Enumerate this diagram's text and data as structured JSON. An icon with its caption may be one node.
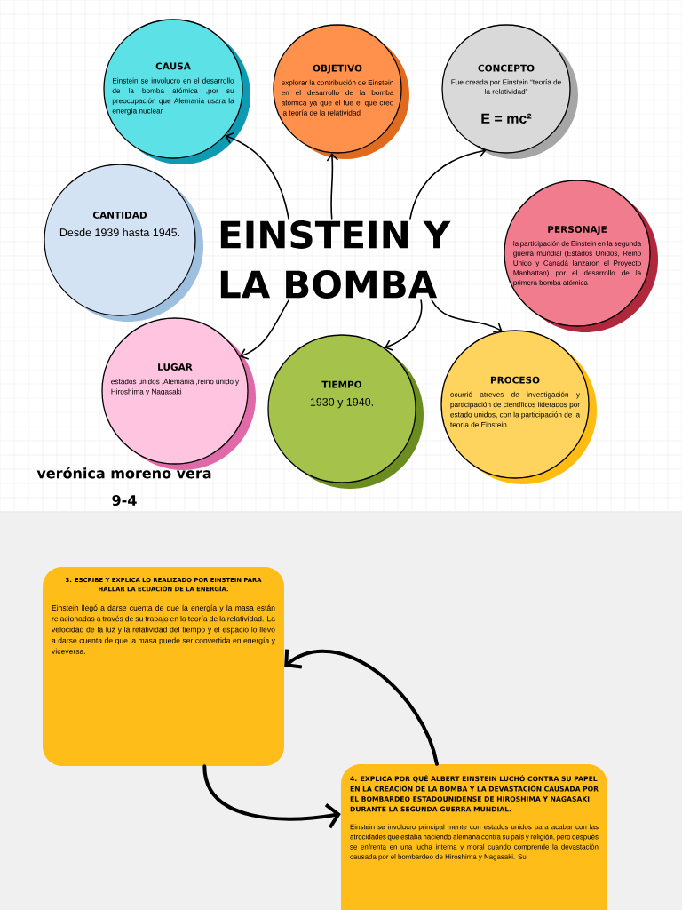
{
  "diagram": {
    "nodes": [
      {
        "text": [
          "EINSTEIN Y LA BOMBA"
        ]
      },
      {
        "text": [
          "CAUSA",
          "Einstein se involucro en el desarrollo de la bomba atómica ,por su preocupación que Alemania usara la energía nuclear"
        ]
      },
      {
        "text": [
          "OBJETIVO",
          "explorar la contribución de Einstein en el desarrollo de la bomba atómica ya que el fue el que creo la teoría de la relatividad"
        ]
      },
      {
        "text": [
          "CONCEPTO",
          "Fue creada por Einstein “teoría de la relatividad”",
          "E = mc²"
        ]
      },
      {
        "text": [
          "CANTIDAD",
          "Desde 1939 hasta 1945."
        ]
      },
      {
        "text": [
          "PERSONAJE",
          "la participación de Einstein en la segunda guerra mundial (Estados Unidos, Reino Unido y Canadá lanzaron el Proyecto Manhattan) por el desarrollo de la primera bomba atómica"
        ]
      },
      {
        "text": [
          "LUGAR",
          "estados unidos ,Alemania ,reino unido y Hiroshima y Nagasaki"
        ]
      },
      {
        "text": [
          "TIEMPO",
          "1930 y 1940."
        ]
      },
      {
        "text": [
          "PROCESO",
          "ocurrió atreves de investigación y participación de científicos liderados por estado unidos, con la participación de la teoría de Einstein"
        ]
      },
      {
        "text": [
          "3. ESCRIBE Y EXPLICA LO REALIZADO POR EINSTEIN PARA HALLAR LA ECUACIÓN DE LA ENERGÍA.",
          "Einstein llegó a darse cuenta de que la energía y la masa están relacionadas a través de su trabajo en la teoría de la relatividad. La velocidad de la luz y la relatividad del tiempo y el espacio lo llevó a darse cuenta de que la masa puede ser convertida en energía y viceversa."
        ]
      },
      {
        "text": [
          "4. EXPLICA POR QUÉ ALBERT EINSTEIN LUCHÓ CONTRA SU PAPEL EN LA CREACIÓN DE LA BOMBA Y LA DEVASTACIÓN CAUSADA POR EL BOMBARDEO ESTADOUNIDENSE DE HIROSHIMA Y NAGASAKI DURANTE LA SEGUNDA GUERRA MUNDIAL.",
          "Einstein se involucro principal mente con estados unidos para acabar con las atrocidades que estaba haciendo alemana contra su país y religión, pero después se enfrenta en una lucha interna y moral cuando comprende la devastación causada por el bombardeo de Hiroshima y Nagasaki. Su"
        ]
      }
    ],
    "edges": [
      {
        "from": 0,
        "to": 1,
        "arrow": "to"
      },
      {
        "from": 0,
        "to": 2,
        "arrow": "to"
      },
      {
        "from": 0,
        "to": 3,
        "arrow": "to"
      },
      {
        "from": 0,
        "to": 6,
        "arrow": "to"
      },
      {
        "from": 0,
        "to": 7,
        "arrow": "to"
      },
      {
        "from": 0,
        "to": 8,
        "arrow": "to"
      },
      {
        "from": 10,
        "to": 9,
        "arrow": "to",
        "style": "thick"
      },
      {
        "from": 9,
        "to": 10,
        "arrow": "to",
        "style": "thick"
      }
    ],
    "labels": [
      "verónica moreno vera",
      "9-4"
    ]
  }
}
